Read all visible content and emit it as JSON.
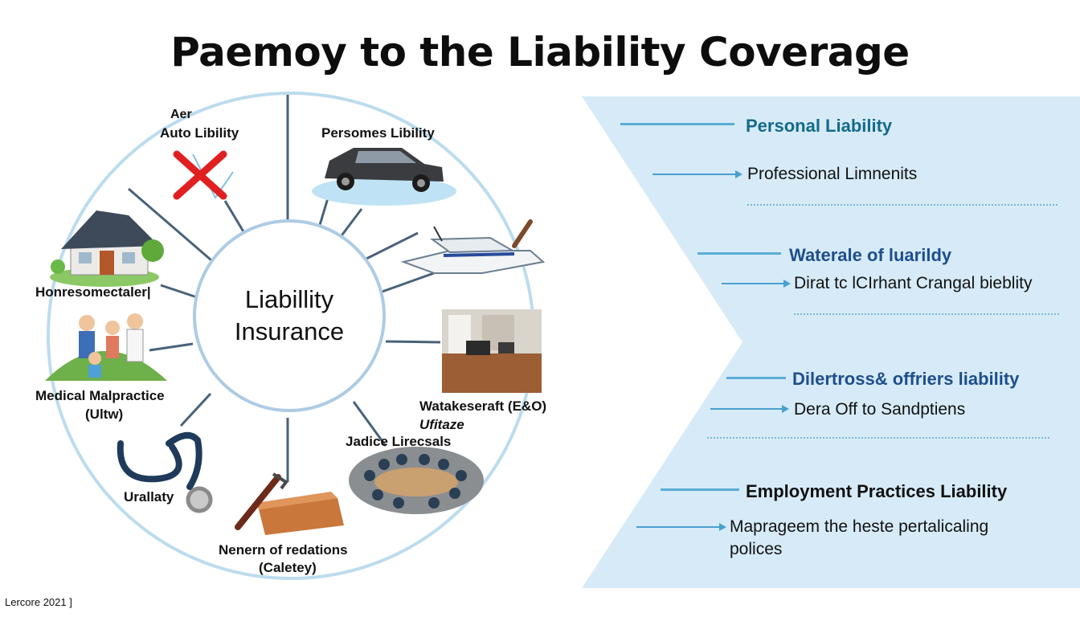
{
  "title": "Paemoy to the Liability Coverage",
  "hub": {
    "line1": "Liabillity",
    "line2": "Insurance"
  },
  "diagram_labels": {
    "auto_top": "Aer",
    "auto": "Auto Libility",
    "persones": "Persomes Libility",
    "homeowners": "Honresomectaler|",
    "medical": "Medical Malpractice",
    "medical_sub": "(Ultw)",
    "watercraft": "Watakeseraft (E&O)",
    "watercraft_sub": "Ufitaze",
    "judicial": "Jadice Lirecsals",
    "urality": "Urallaty",
    "nenern": "Nenern of redations",
    "nenern_sub": "(Caletey)"
  },
  "right_panel": {
    "items": [
      {
        "heading": "Personal Liability",
        "color": "#146a8a",
        "text": "Professional Limnenits"
      },
      {
        "heading": "Waterale of luarildy",
        "color": "#1f4e8c",
        "text": "Dirat tc lCIrhant Crangal bieblity"
      },
      {
        "heading": "Dilertross& offriers liability",
        "color": "#1f4e8c",
        "text": "Dera Off to Sandptiens"
      },
      {
        "heading": "Employment Practices Liability",
        "color": "#111111",
        "text": "Maprageem the heste pertalicaling polices"
      }
    ]
  },
  "footer": "Lercore 2021 ]"
}
